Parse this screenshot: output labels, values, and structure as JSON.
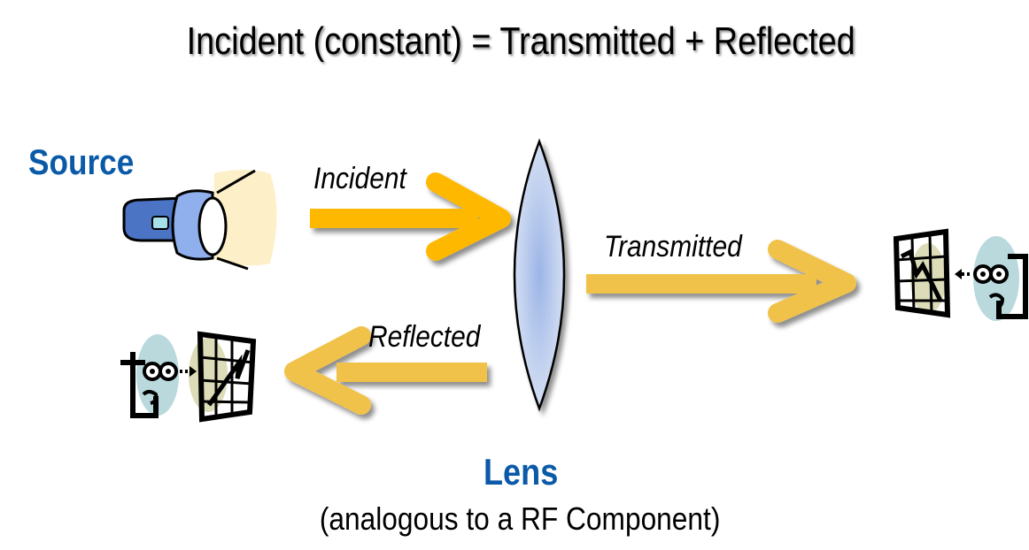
{
  "diagram": {
    "title": "Incident (constant) = Transmitted + Reflected",
    "source_label": "Source",
    "lens_label": "Lens",
    "lens_subtitle": "(analogous to a RF Component)",
    "arrows": {
      "incident": "Incident",
      "transmitted": "Transmitted",
      "reflected": "Reflected"
    },
    "icons": {
      "source": "flashlight-icon",
      "lens": "lens-icon",
      "transmitted_observer": "observer-with-chart-icon",
      "reflected_observer": "observer-with-chart-icon"
    },
    "colors": {
      "label_blue": "#0a5aa8",
      "incident_arrow": "#ffb800",
      "transmitted_arrow": "#f0c24a",
      "reflected_arrow": "#f0c24a",
      "lens_fill": "#a9bfe6",
      "flashlight_body": "#7f9fe0",
      "beam": "#fdf0c8",
      "observer_bg": "#b9d9dc",
      "chart_bg": "#dcdcb8"
    }
  }
}
